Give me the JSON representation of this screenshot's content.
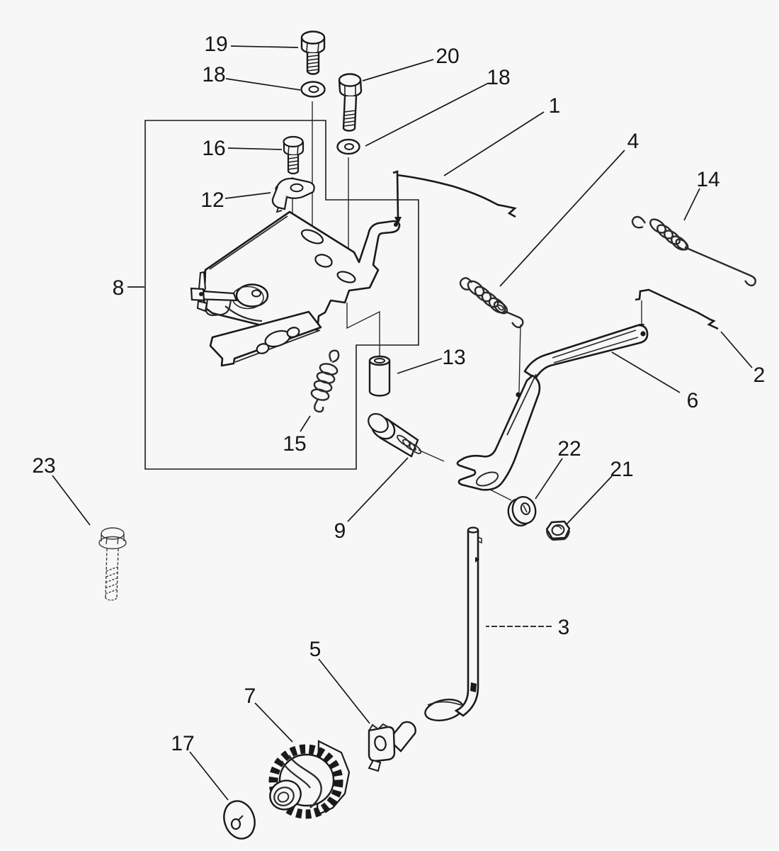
{
  "figure": {
    "kind": "exploded-parts-diagram",
    "background_color": "#f7f7f7",
    "line_color": "#1a1a1a",
    "callouts": [
      {
        "label": "19",
        "part": "flange-hex-bolt-top"
      },
      {
        "label": "18",
        "part": "flat-washer-left"
      },
      {
        "label": "20",
        "part": "flange-hex-bolt-long"
      },
      {
        "label": "18",
        "part": "flat-washer-right"
      },
      {
        "label": "16",
        "part": "flange-hex-bolt-small"
      },
      {
        "label": "12",
        "part": "retainer-clip"
      },
      {
        "label": "8",
        "part": "control-bracket-assembly-box"
      },
      {
        "label": "1",
        "part": "throttle-link-wire"
      },
      {
        "label": "4",
        "part": "extension-spring-middle"
      },
      {
        "label": "14",
        "part": "extension-spring-right"
      },
      {
        "label": "2",
        "part": "choke-link-wire"
      },
      {
        "label": "6",
        "part": "bell-crank-lever"
      },
      {
        "label": "13",
        "part": "spacer-bushing"
      },
      {
        "label": "15",
        "part": "extension-spring-bracket"
      },
      {
        "label": "9",
        "part": "shoulder-bolt"
      },
      {
        "label": "22",
        "part": "flat-washer-lever"
      },
      {
        "label": "21",
        "part": "hex-nut"
      },
      {
        "label": "3",
        "part": "governor-lever-rod"
      },
      {
        "label": "23",
        "part": "flange-bolt-loose"
      },
      {
        "label": "5",
        "part": "clamp-block"
      },
      {
        "label": "7",
        "part": "governor-gear"
      },
      {
        "label": "17",
        "part": "thrust-washer"
      }
    ]
  }
}
